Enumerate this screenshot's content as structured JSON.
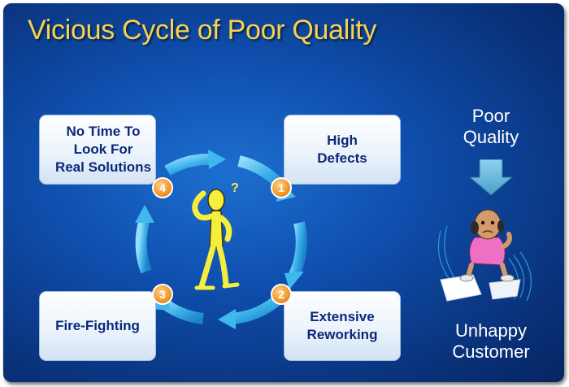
{
  "title": "Vicious Cycle of Poor Quality",
  "cycle": [
    {
      "step": "1",
      "label": "High\nDefects"
    },
    {
      "step": "2",
      "label": "Extensive\nReworking"
    },
    {
      "step": "3",
      "label": "Fire-Fighting"
    },
    {
      "step": "4",
      "label": "No Time To\nLook For\nReal Solutions"
    }
  ],
  "side": {
    "top_label": "Poor\nQuality",
    "bottom_label": "Unhappy\nCustomer"
  },
  "colors": {
    "background": "#0f4fae",
    "title": "#f7d24c",
    "box_text": "#0c2878",
    "arrow": "#3fb8ee",
    "badge": "#f39a2d",
    "figure": "#f6ee3c"
  },
  "icons": [
    "confused-stick-figure",
    "unhappy-customer-cartoon",
    "down-arrow-icon"
  ]
}
